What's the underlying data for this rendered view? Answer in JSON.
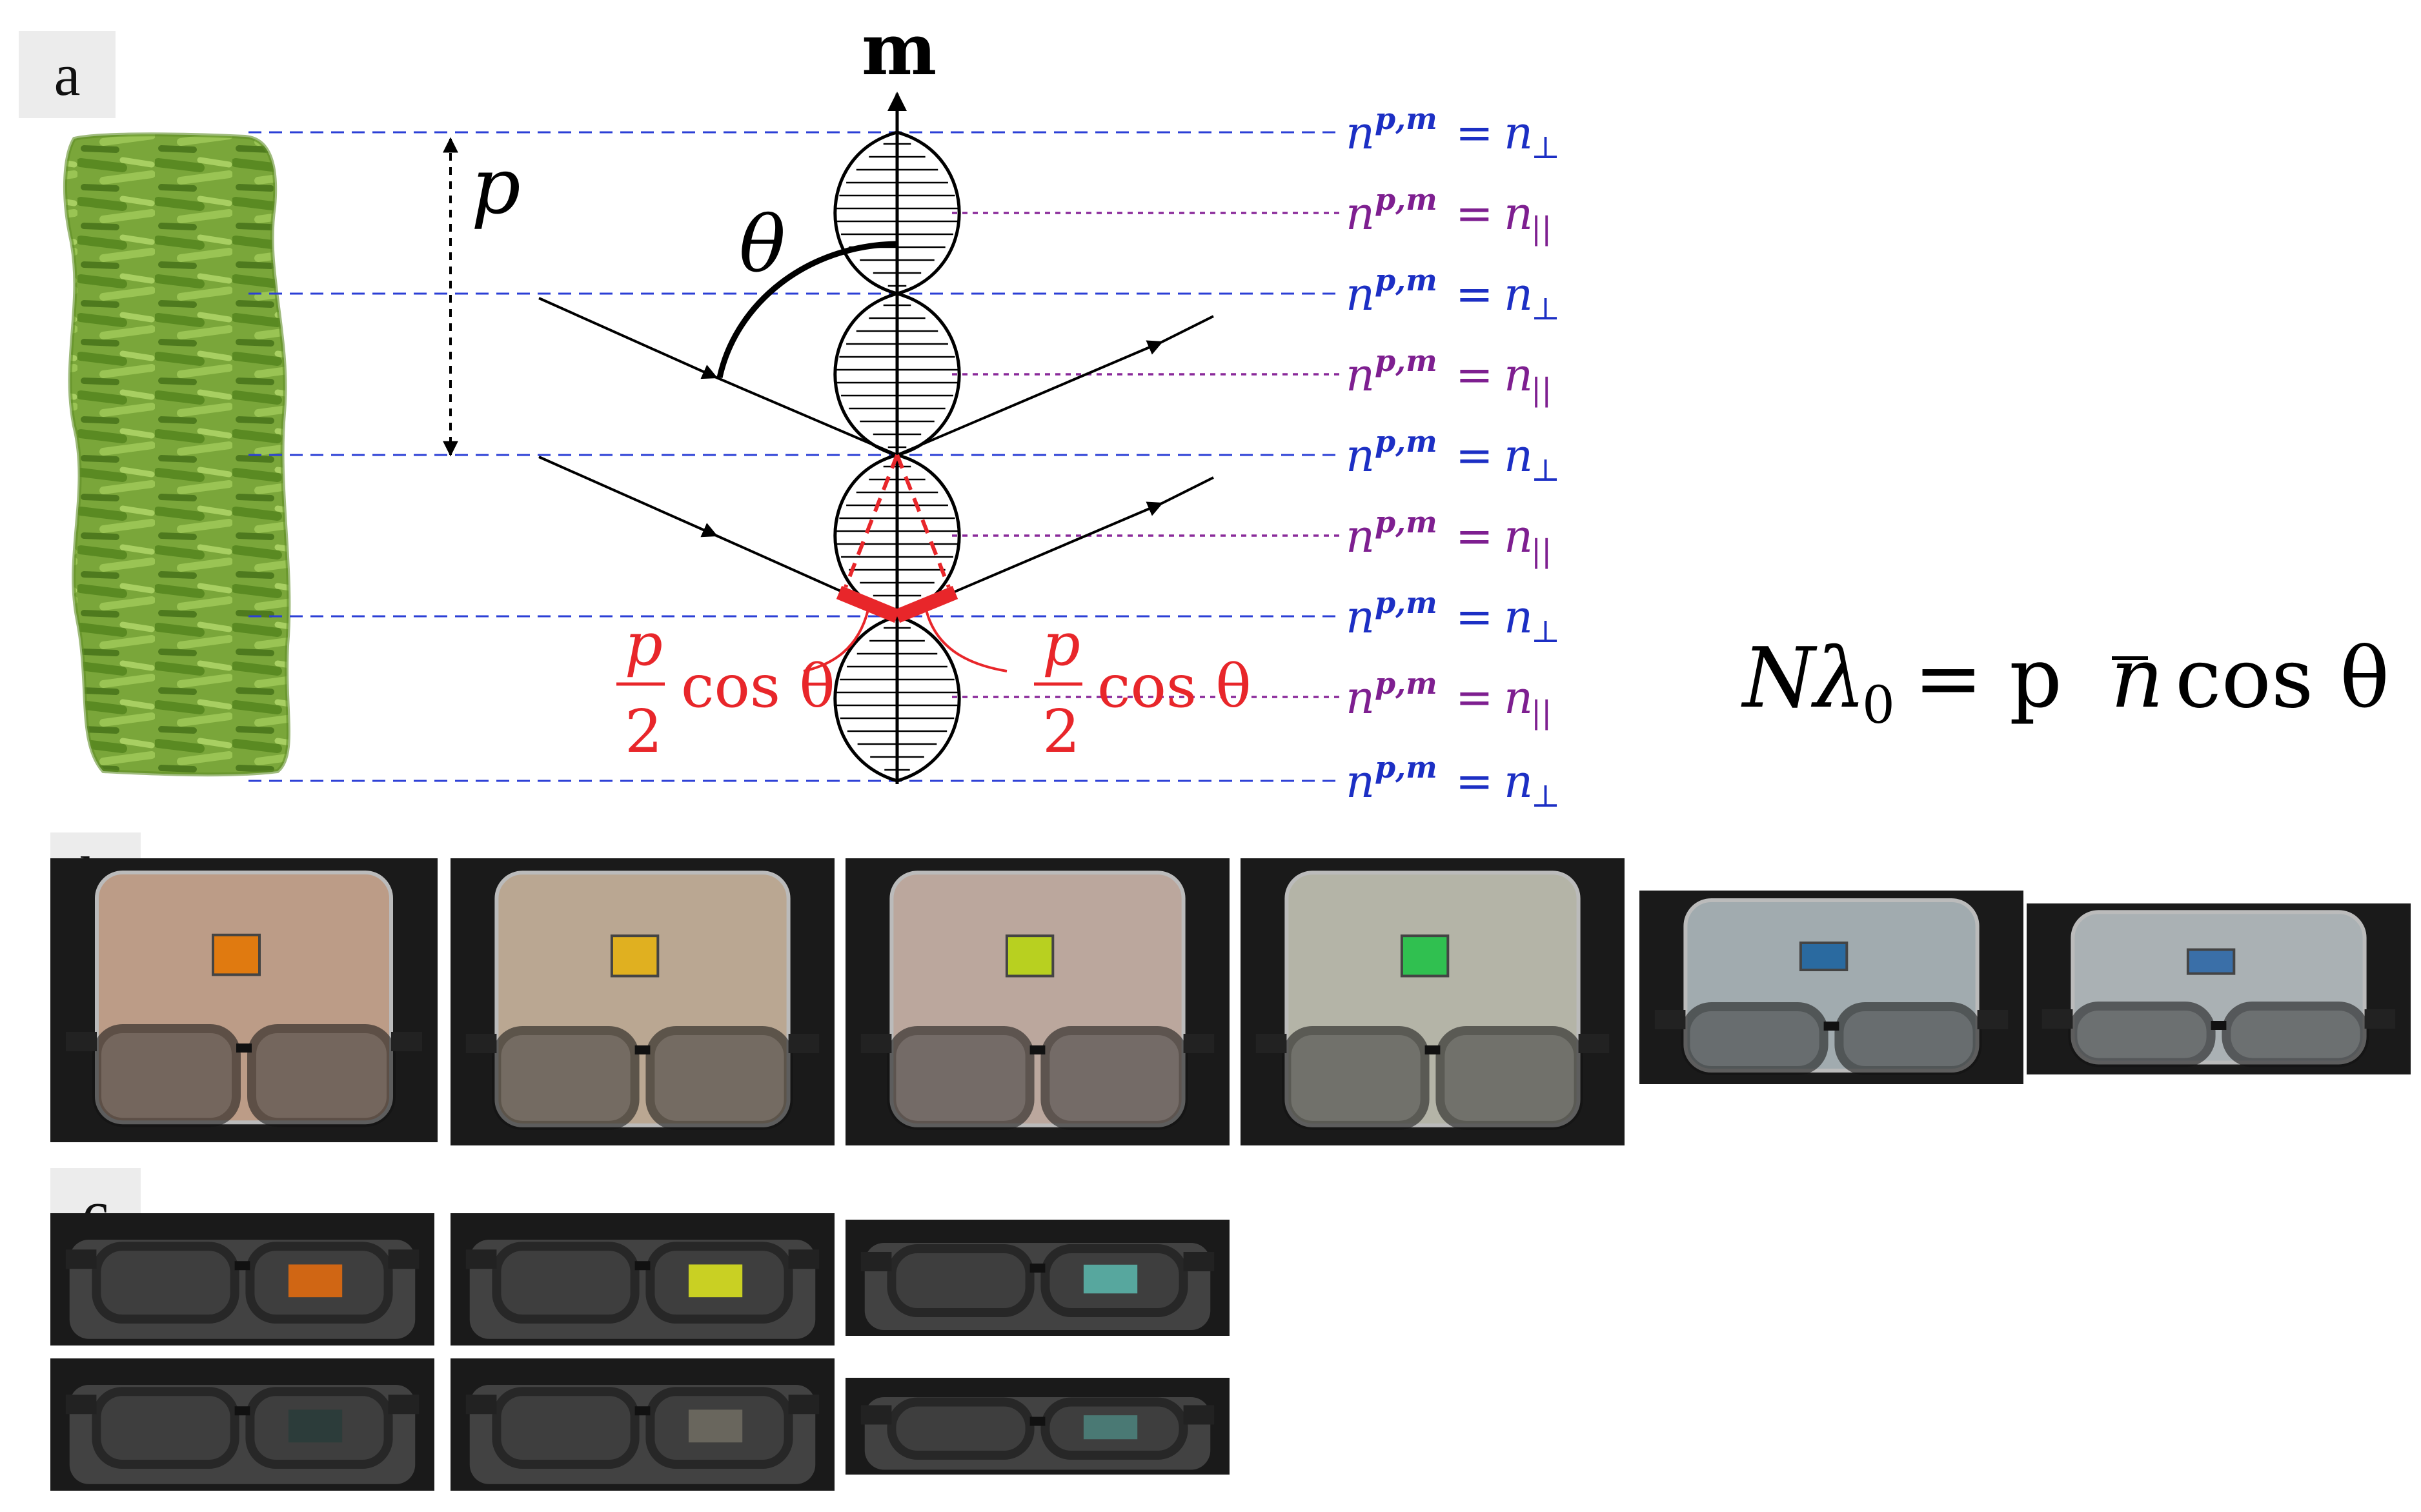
{
  "panel_labels": {
    "a": "a",
    "b": "b",
    "c": "c"
  },
  "diagram": {
    "axis_label": "m",
    "pitch_label": "p",
    "angle_label": "θ",
    "half_pitch_left": {
      "numerator": "p",
      "denominator": "2",
      "trig": "cos θ"
    },
    "half_pitch_right": {
      "numerator": "p",
      "denominator": "2",
      "trig": "cos θ"
    },
    "index_lines": [
      {
        "lhs": "n",
        "sup": "p,m",
        "rhs": "n",
        "sub": "⊥",
        "type": "perp"
      },
      {
        "lhs": "n",
        "sup": "p,m",
        "rhs": "n",
        "sub": "||",
        "type": "par"
      },
      {
        "lhs": "n",
        "sup": "p,m",
        "rhs": "n",
        "sub": "⊥",
        "type": "perp"
      },
      {
        "lhs": "n",
        "sup": "p,m",
        "rhs": "n",
        "sub": "||",
        "type": "par"
      },
      {
        "lhs": "n",
        "sup": "p,m",
        "rhs": "n",
        "sub": "⊥",
        "type": "perp"
      },
      {
        "lhs": "n",
        "sup": "p,m",
        "rhs": "n",
        "sub": "||",
        "type": "par"
      },
      {
        "lhs": "n",
        "sup": "p,m",
        "rhs": "n",
        "sub": "⊥",
        "type": "perp"
      },
      {
        "lhs": "n",
        "sup": "p,m",
        "rhs": "n",
        "sub": "||",
        "type": "par"
      },
      {
        "lhs": "n",
        "sup": "p,m",
        "rhs": "n",
        "sub": "⊥",
        "type": "perp"
      }
    ],
    "equation": {
      "N": "N",
      "lambda": "λ",
      "lambda_sub": "0",
      "rhs": "= p",
      "nbar": "n",
      "trig": "cos θ"
    }
  },
  "colors": {
    "perp_line": "#2b3fd6",
    "par_line": "#8a2a9a",
    "perp_text": "#1c2fc4",
    "par_text": "#7e1f90",
    "highlight": "#e8262a",
    "fiber": "#6e9a32"
  },
  "photos_b": [
    {
      "tile_color": "#e07a10",
      "tray_color": "#d9b39a"
    },
    {
      "tile_color": "#e0b020",
      "tray_color": "#d6c0a8"
    },
    {
      "tile_color": "#b8d020",
      "tray_color": "#d8c0b4"
    },
    {
      "tile_color": "#30c050",
      "tray_color": "#cfd0c0"
    },
    {
      "tile_color": "#2a6aa0",
      "tray_color": "#b9c5c9"
    },
    {
      "tile_color": "#3a6fa8",
      "tray_color": "#c4ccd0"
    }
  ],
  "photos_c_top": [
    {
      "tile_color": "#e06a10"
    },
    {
      "tile_color": "#d8e020"
    },
    {
      "tile_color": "#5ab3a8"
    }
  ],
  "photos_c_bottom": [
    {
      "tile_color": "#2a3c3a"
    },
    {
      "tile_color": "#6e6a60"
    },
    {
      "tile_color": "#4b7f7a"
    }
  ]
}
